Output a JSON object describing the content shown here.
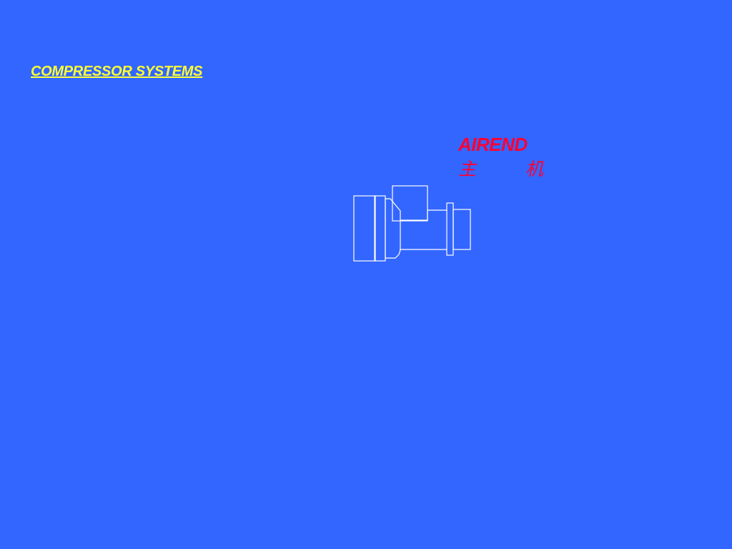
{
  "slide": {
    "title": "COMPRESSOR SYSTEMS",
    "component_label_en": "AIREND",
    "component_label_zh": "主   机"
  },
  "colors": {
    "background": "#3366ff",
    "title": "#ffff33",
    "component_label": "#ff0033",
    "line_art": "#ffffff"
  },
  "icons": {
    "diagram": "airend-outline-icon"
  }
}
